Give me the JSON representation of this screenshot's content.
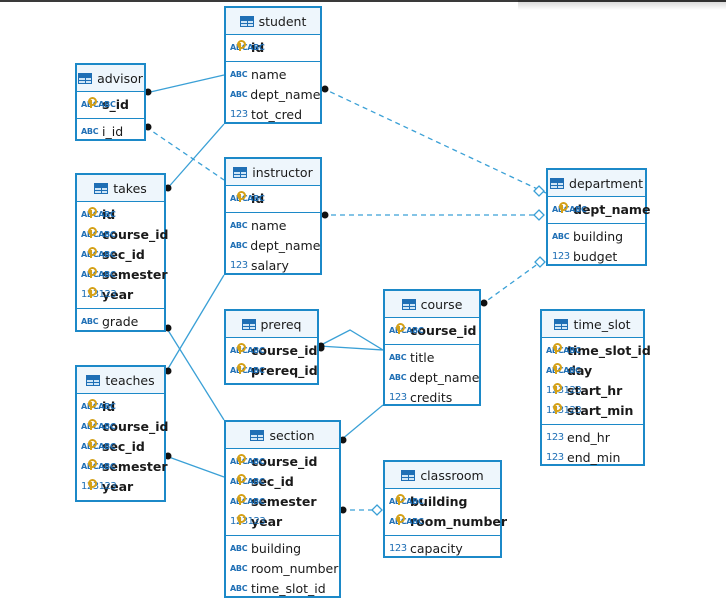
{
  "entities": {
    "student": {
      "title": "student",
      "keys": [
        {
          "type": "ABC",
          "name": "id"
        }
      ],
      "attrs": [
        {
          "type": "ABC",
          "name": "name"
        },
        {
          "type": "ABC",
          "name": "dept_name"
        },
        {
          "type": "123",
          "name": "tot_cred"
        }
      ]
    },
    "advisor": {
      "title": "advisor",
      "keys": [
        {
          "type": "ABC",
          "name": "s_id"
        }
      ],
      "attrs": [
        {
          "type": "ABC",
          "name": "i_id"
        }
      ]
    },
    "instructor": {
      "title": "instructor",
      "keys": [
        {
          "type": "ABC",
          "name": "id"
        }
      ],
      "attrs": [
        {
          "type": "ABC",
          "name": "name"
        },
        {
          "type": "ABC",
          "name": "dept_name"
        },
        {
          "type": "123",
          "name": "salary"
        }
      ]
    },
    "takes": {
      "title": "takes",
      "keys": [
        {
          "type": "ABC",
          "name": "id"
        },
        {
          "type": "ABC",
          "name": "course_id"
        },
        {
          "type": "ABC",
          "name": "sec_id"
        },
        {
          "type": "ABC",
          "name": "semester"
        },
        {
          "type": "123",
          "name": "year"
        }
      ],
      "attrs": [
        {
          "type": "ABC",
          "name": "grade"
        }
      ]
    },
    "department": {
      "title": "department",
      "keys": [
        {
          "type": "ABC",
          "name": "dept_name"
        }
      ],
      "attrs": [
        {
          "type": "ABC",
          "name": "building"
        },
        {
          "type": "123",
          "name": "budget"
        }
      ]
    },
    "prereq": {
      "title": "prereq",
      "keys": [
        {
          "type": "ABC",
          "name": "course_id"
        },
        {
          "type": "ABC",
          "name": "prereq_id"
        }
      ],
      "attrs": []
    },
    "course": {
      "title": "course",
      "keys": [
        {
          "type": "ABC",
          "name": "course_id"
        }
      ],
      "attrs": [
        {
          "type": "ABC",
          "name": "title"
        },
        {
          "type": "ABC",
          "name": "dept_name"
        },
        {
          "type": "123",
          "name": "credits"
        }
      ]
    },
    "time_slot": {
      "title": "time_slot",
      "keys": [
        {
          "type": "ABC",
          "name": "time_slot_id"
        },
        {
          "type": "ABC",
          "name": "day"
        },
        {
          "type": "123",
          "name": "start_hr"
        },
        {
          "type": "123",
          "name": "start_min"
        }
      ],
      "attrs": [
        {
          "type": "123",
          "name": "end_hr"
        },
        {
          "type": "123",
          "name": "end_min"
        }
      ]
    },
    "teaches": {
      "title": "teaches",
      "keys": [
        {
          "type": "ABC",
          "name": "id"
        },
        {
          "type": "ABC",
          "name": "course_id"
        },
        {
          "type": "ABC",
          "name": "sec_id"
        },
        {
          "type": "ABC",
          "name": "semester"
        },
        {
          "type": "123",
          "name": "year"
        }
      ],
      "attrs": []
    },
    "section": {
      "title": "section",
      "keys": [
        {
          "type": "ABC",
          "name": "course_id"
        },
        {
          "type": "ABC",
          "name": "sec_id"
        },
        {
          "type": "ABC",
          "name": "semester"
        },
        {
          "type": "123",
          "name": "year"
        }
      ],
      "attrs": [
        {
          "type": "ABC",
          "name": "building"
        },
        {
          "type": "ABC",
          "name": "room_number"
        },
        {
          "type": "ABC",
          "name": "time_slot_id"
        }
      ]
    },
    "classroom": {
      "title": "classroom",
      "keys": [
        {
          "type": "ABC",
          "name": "building"
        },
        {
          "type": "ABC",
          "name": "room_number"
        }
      ],
      "attrs": [
        {
          "type": "123",
          "name": "capacity"
        }
      ]
    }
  },
  "colors": {
    "border": "#1c89c8",
    "link": "#3aa0d6",
    "key_icon": "#d4a017",
    "type_icon": "#1f6fb5"
  }
}
